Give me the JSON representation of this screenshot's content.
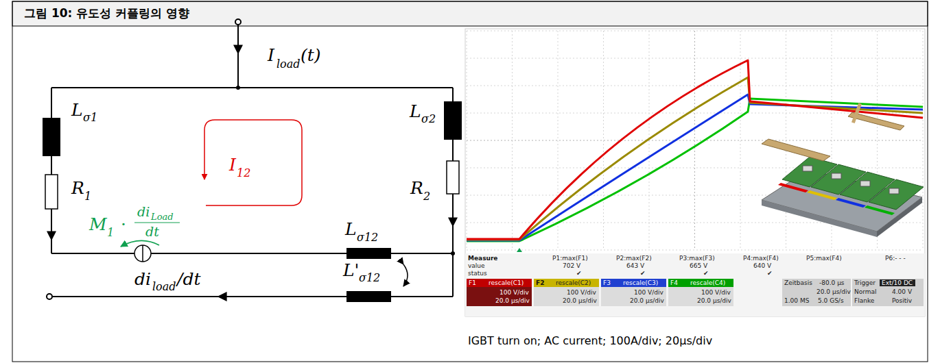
{
  "diagram": {
    "title": "그림 10: 유도성 커플링의 영향",
    "caption": "IGBT turn on; AC current; 100A/div; 20μs/div",
    "labels": [
      "I",
      "load",
      "(t)",
      "L",
      "σ1",
      "R",
      "1",
      "L",
      "σ2",
      "R",
      "2",
      "I",
      "12",
      "M",
      "1",
      "·",
      "di",
      "Load",
      "dt",
      "di",
      "load",
      "/dt",
      "L",
      "σ12",
      "L'",
      "σ12",
      "Measure",
      "P1:max(F1)",
      "P2:max(F2)",
      "P3:max(F3)",
      "P4:max(F4)",
      "P5:max(F4)",
      "P6:- - -",
      "value",
      "702 V",
      "643 V",
      "665 V",
      "640 V",
      "status",
      "✔",
      "✔",
      "✔",
      "✔",
      "F1",
      "rescale(C1)",
      "100 V/div",
      "20.0 µs/div",
      "F2",
      "rescale(C2)",
      "100 V/div",
      "20.0 µs/div",
      "F3",
      "rescale(C3)",
      "100 V/div",
      "20.0 µs/div",
      "F4",
      "rescale(C4)",
      "100 V/div",
      "20.0 µs/div",
      "Zeitbasis",
      "-80.0 µs",
      "20.0 µs/div",
      "1.00 MS",
      "5.0 GS/s",
      "Trigger",
      "Ext/10 DC",
      "Normal",
      "4.00 V",
      "Flanke",
      "Positiv"
    ]
  }
}
